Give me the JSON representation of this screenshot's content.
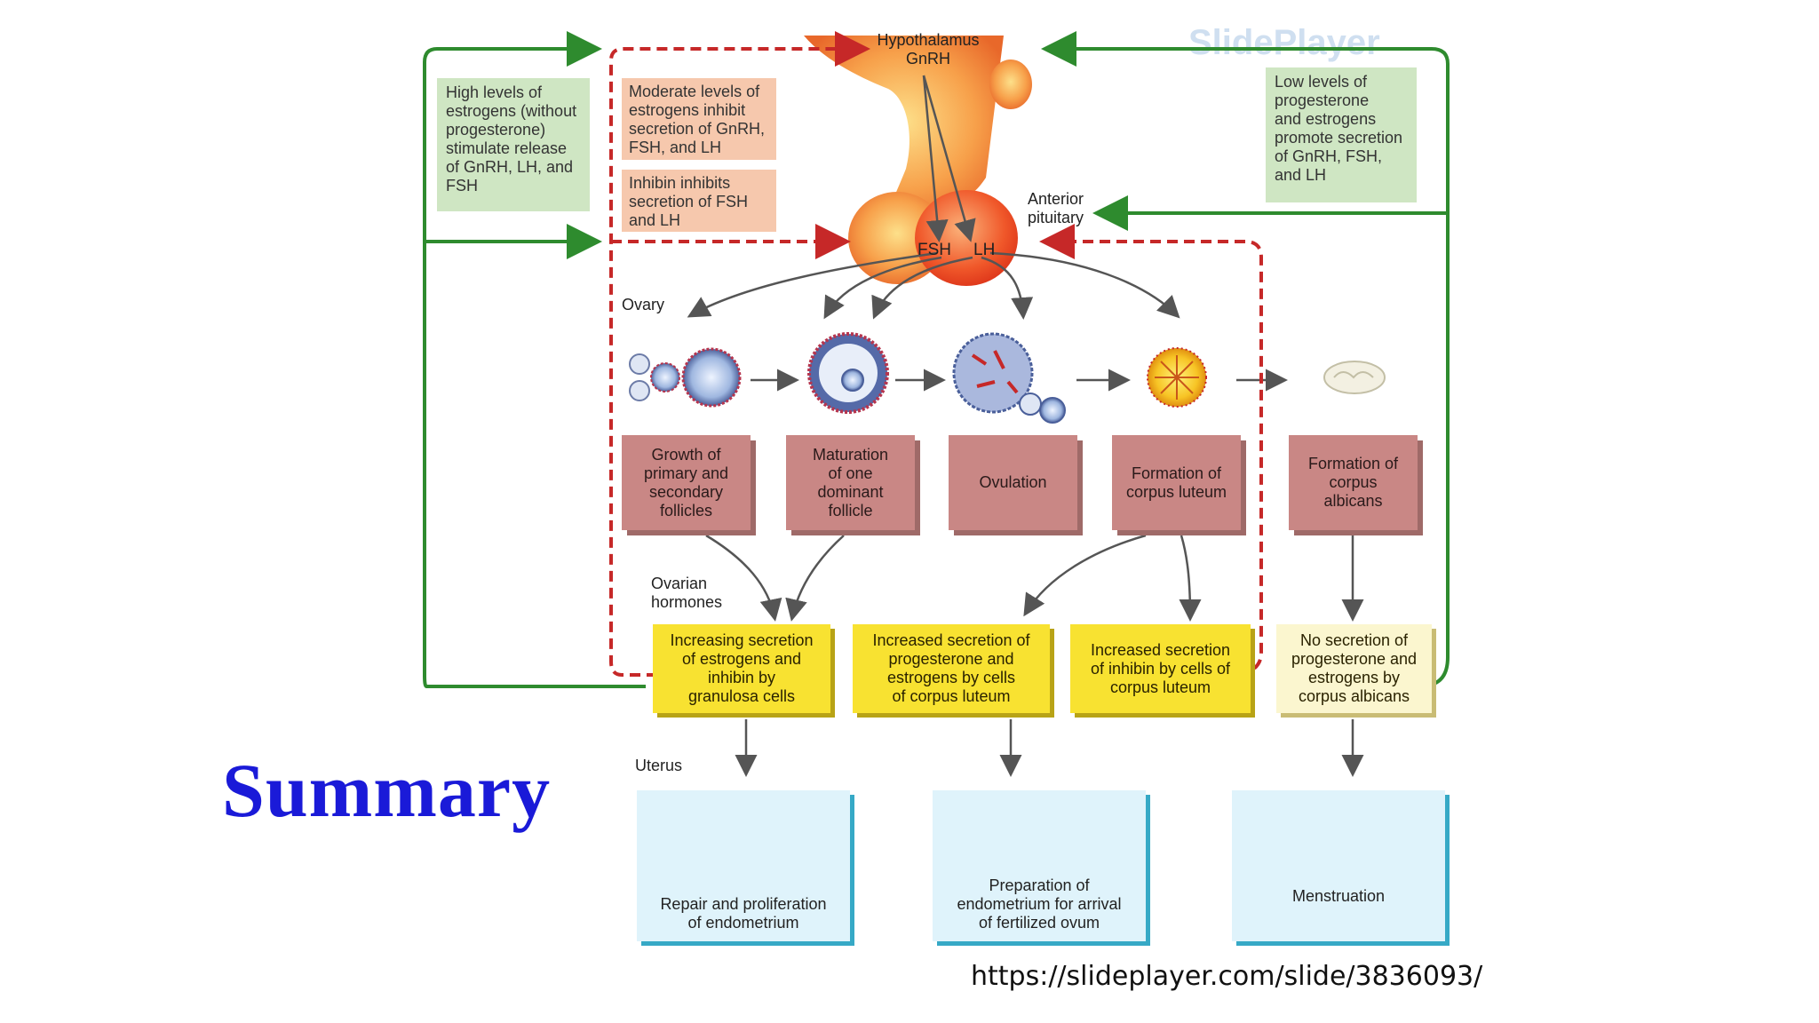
{
  "watermark": "SlidePlayer",
  "colors": {
    "positive": "#2e8b2e",
    "negative": "#c62828",
    "arrow": "#555555",
    "title": "#1a1ad8"
  },
  "labels": {
    "hypothalamus": "Hypothalamus",
    "gnrh": "GnRH",
    "anterior_pituitary_1": "Anterior",
    "anterior_pituitary_2": "pituitary",
    "fsh": "FSH",
    "lh": "LH",
    "ovary": "Ovary",
    "ovarian_hormones_1": "Ovarian",
    "ovarian_hormones_2": "hormones",
    "uterus": "Uterus"
  },
  "feedback": {
    "high_estrogen": [
      "High levels of",
      "estrogens (without",
      "progesterone)",
      "stimulate release",
      "of GnRH, LH, and",
      "FSH"
    ],
    "moderate_estrogen": [
      "Moderate levels of",
      "estrogens inhibit",
      "secretion of GnRH,",
      "FSH, and LH"
    ],
    "inhibin": [
      "Inhibin inhibits",
      "secretion of FSH",
      "and LH"
    ],
    "low_progesterone": [
      "Low levels of",
      "progesterone",
      "and estrogens",
      "promote secretion",
      "of GnRH, FSH,",
      "and LH"
    ]
  },
  "stages": [
    {
      "label": [
        "Growth of",
        "primary and",
        "secondary",
        "follicles"
      ]
    },
    {
      "label": [
        "Maturation",
        "of one",
        "dominant",
        "follicle"
      ]
    },
    {
      "label": [
        "Ovulation"
      ]
    },
    {
      "label": [
        "Formation of",
        "corpus luteum"
      ]
    },
    {
      "label": [
        "Formation of",
        "corpus",
        "albicans"
      ]
    }
  ],
  "hormones": [
    {
      "label": [
        "Increasing secretion",
        "of estrogens and",
        "inhibin by",
        "granulosa cells"
      ]
    },
    {
      "label": [
        "Increased secretion of",
        "progesterone and",
        "estrogens by cells",
        "of corpus luteum"
      ]
    },
    {
      "label": [
        "Increased secretion",
        "of inhibin by cells of",
        "corpus luteum"
      ]
    },
    {
      "label": [
        "No secretion of",
        "progesterone and",
        "estrogens  by",
        "corpus albicans"
      ]
    }
  ],
  "uterus": [
    {
      "label": [
        "Repair and proliferation",
        "of endometrium"
      ]
    },
    {
      "label": [
        "Preparation of",
        "endometrium for arrival",
        "of fertilized ovum"
      ]
    },
    {
      "label": [
        "Menstruation"
      ]
    }
  ],
  "summary_title": "Summary",
  "source_url": "https://slideplayer.com/slide/3836093/"
}
